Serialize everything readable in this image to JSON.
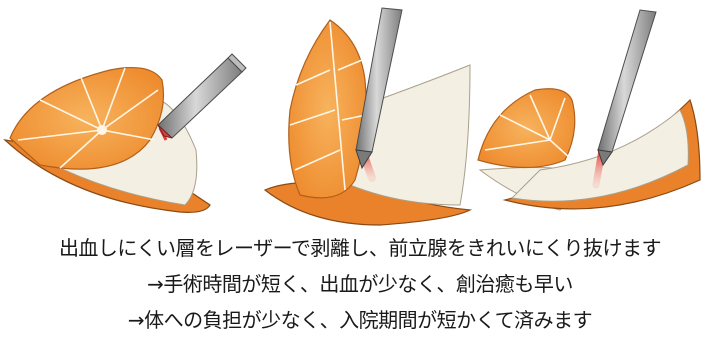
{
  "caption": {
    "line1": "出血しにくい層をレーザーで剥離し、前立腺をきれいにくり抜けます",
    "line2": "→手術時間が短く、出血が少なく、創治癒も早い",
    "line3": "→体への負担が少なく、入院期間が短かくて済みます"
  },
  "colors": {
    "rind": "#e9822a",
    "pith": "#f3efe3",
    "flesh": "#f2953a",
    "laser": "#e23a33",
    "instrument": "#9a9a9a"
  }
}
